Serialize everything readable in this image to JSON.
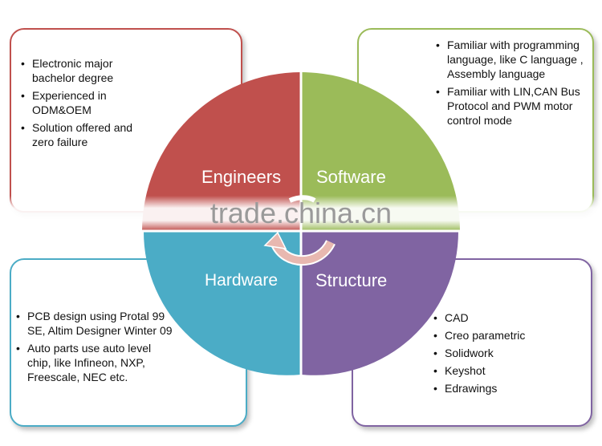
{
  "colors": {
    "engineers": "#c0504d",
    "software": "#9bbb59",
    "hardware": "#4bacc6",
    "structure": "#8064a2"
  },
  "quadrants": {
    "engineers": "Engineers",
    "software": "Software",
    "hardware": "Hardware",
    "structure": "Structure"
  },
  "engineers": {
    "items": [
      "Electronic major bachelor degree",
      "Experienced in ODM&OEM",
      "Solution offered and zero failure"
    ]
  },
  "software": {
    "items": [
      "Familiar  with programming language, like  C language , Assembly language",
      "Familiar with LIN,CAN Bus Protocol and PWM motor control mode"
    ]
  },
  "hardware": {
    "items": [
      "PCB design using Protal 99 SE, Altim Designer Winter 09",
      "Auto parts use auto level chip, like Infineon, NXP, Freescale, NEC etc."
    ]
  },
  "structure": {
    "items": [
      "CAD",
      "Creo parametric",
      "Solidwork",
      "Keyshot",
      "Edrawings"
    ]
  },
  "watermark": "trade.china.cn"
}
